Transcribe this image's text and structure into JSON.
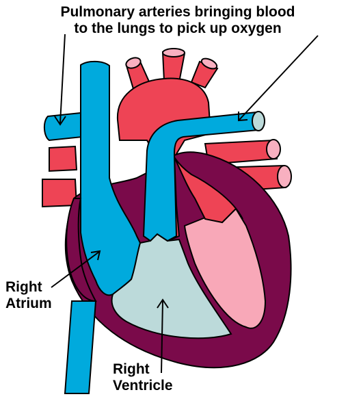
{
  "labels": {
    "pulmonary_line1": "Pulmonary arteries bringing blood",
    "pulmonary_line2": "to the lungs to pick up oxygen",
    "right_atrium_line1": "Right",
    "right_atrium_line2": "Atrium",
    "right_ventricle_line1": "Right",
    "right_ventricle_line2": "Ventricle"
  },
  "colors": {
    "deoxygenated_vessel": "#00aadd",
    "oxygenated_vessel": "#ee4455",
    "heart_wall": "#7a0a4a",
    "right_ventricle_chamber": "#bcdada",
    "left_ventricle_chamber": "#f8a8b8",
    "vessel_opening": "#f8b0c0"
  }
}
